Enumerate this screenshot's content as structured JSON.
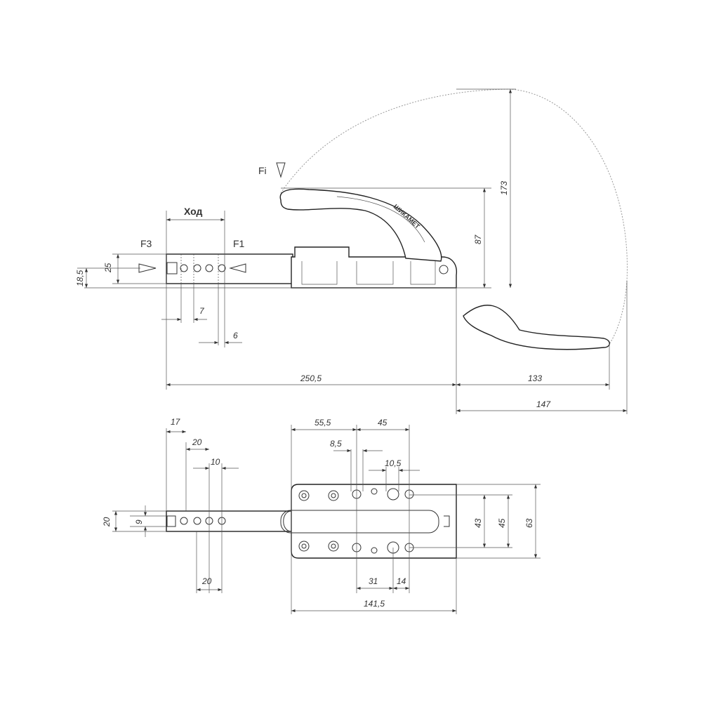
{
  "side_view": {
    "labels": {
      "stroke": "Ход",
      "f3": "F3",
      "f1": "F1",
      "fi": "Fi"
    },
    "dims": {
      "d18_5": "18,5",
      "d25": "25",
      "d7": "7",
      "d6": "6",
      "d250_5": "250,5",
      "d133": "133",
      "d147": "147",
      "d87": "87",
      "d173": "173"
    },
    "logo_text": "ШИКАМЕТ"
  },
  "top_view": {
    "dims": {
      "d17": "17",
      "d20a": "20",
      "d10": "10",
      "d20b": "20",
      "d20v": "20",
      "d9": "9",
      "d55_5": "55,5",
      "d45a": "45",
      "d8_5": "8,5",
      "d10_5": "10,5",
      "d31": "31",
      "d14": "14",
      "d141_5": "141,5",
      "d43": "43",
      "d45b": "45",
      "d63": "63"
    }
  }
}
